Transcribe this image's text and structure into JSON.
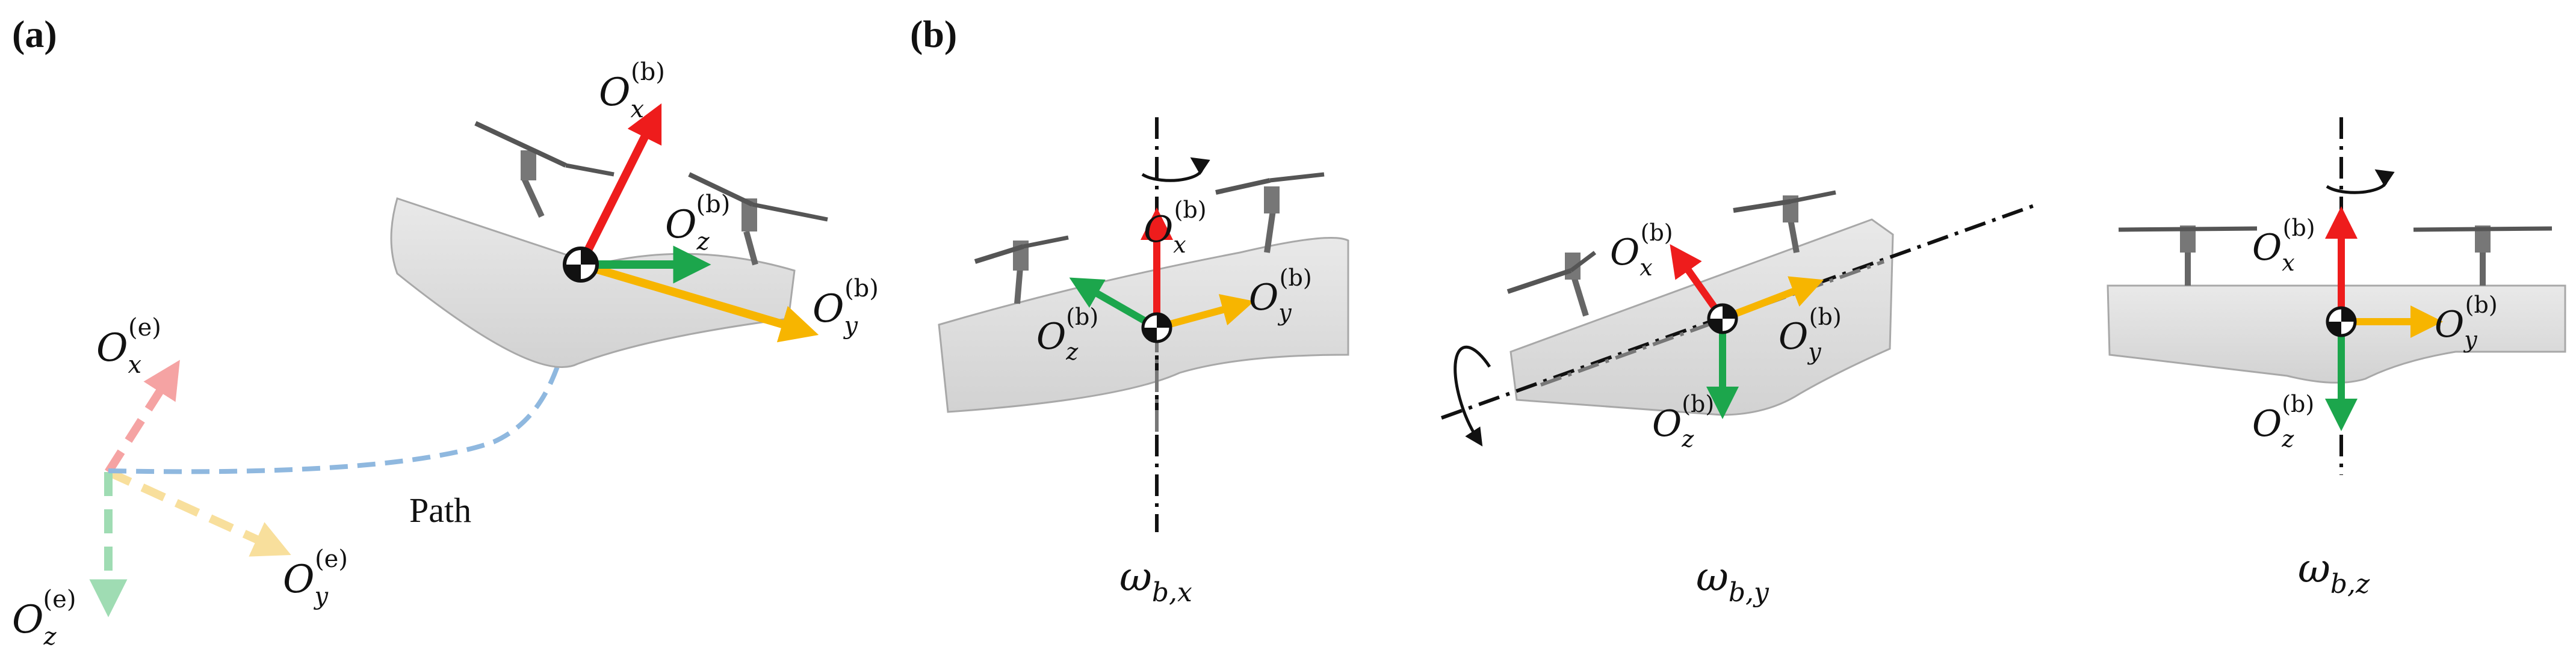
{
  "panels": {
    "a": {
      "label": "(a)",
      "path_label": "Path",
      "body_frame": {
        "x": {
          "main": "O",
          "sub": "x",
          "sup": "(b)"
        },
        "y": {
          "main": "O",
          "sub": "y",
          "sup": "(b)"
        },
        "z": {
          "main": "O",
          "sub": "z",
          "sup": "(b)"
        }
      },
      "earth_frame": {
        "x": {
          "main": "O",
          "sub": "x",
          "sup": "(e)"
        },
        "y": {
          "main": "O",
          "sub": "y",
          "sup": "(e)"
        },
        "z": {
          "main": "O",
          "sub": "z",
          "sup": "(e)"
        }
      }
    },
    "b": {
      "label": "(b)",
      "views": [
        {
          "omega": {
            "main": "ω",
            "sub": "b,x"
          },
          "x": {
            "main": "O",
            "sub": "x",
            "sup": "(b)"
          },
          "y": {
            "main": "O",
            "sub": "y",
            "sup": "(b)"
          },
          "z": {
            "main": "O",
            "sub": "z",
            "sup": "(b)"
          }
        },
        {
          "omega": {
            "main": "ω",
            "sub": "b,y"
          },
          "x": {
            "main": "O",
            "sub": "x",
            "sup": "(b)"
          },
          "y": {
            "main": "O",
            "sub": "y",
            "sup": "(b)"
          },
          "z": {
            "main": "O",
            "sub": "z",
            "sup": "(b)"
          }
        },
        {
          "omega": {
            "main": "ω",
            "sub": "b,z"
          },
          "x": {
            "main": "O",
            "sub": "x",
            "sup": "(b)"
          },
          "y": {
            "main": "O",
            "sub": "y",
            "sup": "(b)"
          },
          "z": {
            "main": "O",
            "sub": "z",
            "sup": "(b)"
          }
        }
      ]
    }
  },
  "colors": {
    "x_axis": "#ee1c1c",
    "y_axis": "#f7b500",
    "z_axis": "#1ca64c",
    "x_axis_faded": "#f5a3a3",
    "y_axis_faded": "#f8df9c",
    "z_axis_faded": "#9fdcb3",
    "path": "#8fb8df",
    "wing": "#dedede"
  }
}
